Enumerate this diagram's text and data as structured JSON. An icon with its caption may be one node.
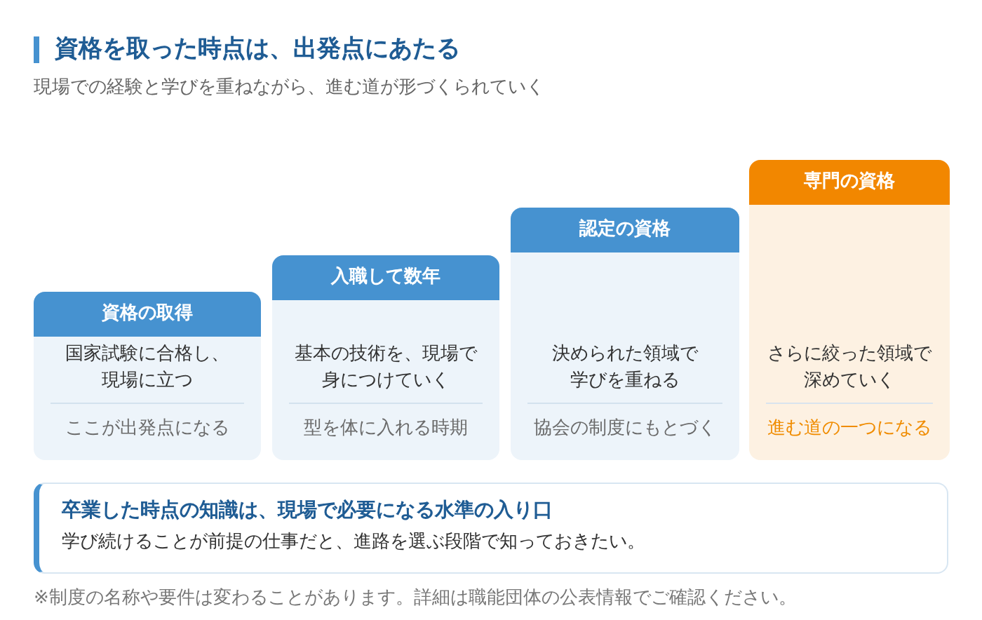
{
  "diagram": {
    "title": "資格を取った時点は、出発点にあたる",
    "nodes": [
      {
        "text": [
          "資格の取得",
          "国家試験に合格し、現場に立つ",
          "ここが出発点になる"
        ]
      },
      {
        "text": [
          "入職して数年",
          "基本の技術を、現場で身につけていく",
          "型を体に入れる時期"
        ]
      },
      {
        "text": [
          "認定の資格",
          "決められた領域で学びを重ねる",
          "協会の制度にもとづく"
        ]
      },
      {
        "text": [
          "専門の資格",
          "さらに絞った領域で深めていく",
          "進む道の一つになる"
        ]
      },
      {
        "text": [
          "卒業した時点の知識は、現場で必要になる水準の入り口",
          "学び続けることが前提の仕事だと、進路を選ぶ段階で知っておきたい。"
        ]
      }
    ],
    "labels": [
      "現場での経験と学びを重ねながら、進む道が形づくられていく",
      "※制度の名称や要件は変わることがあります。詳細は職能団体の公表情報でご確認ください。"
    ]
  }
}
